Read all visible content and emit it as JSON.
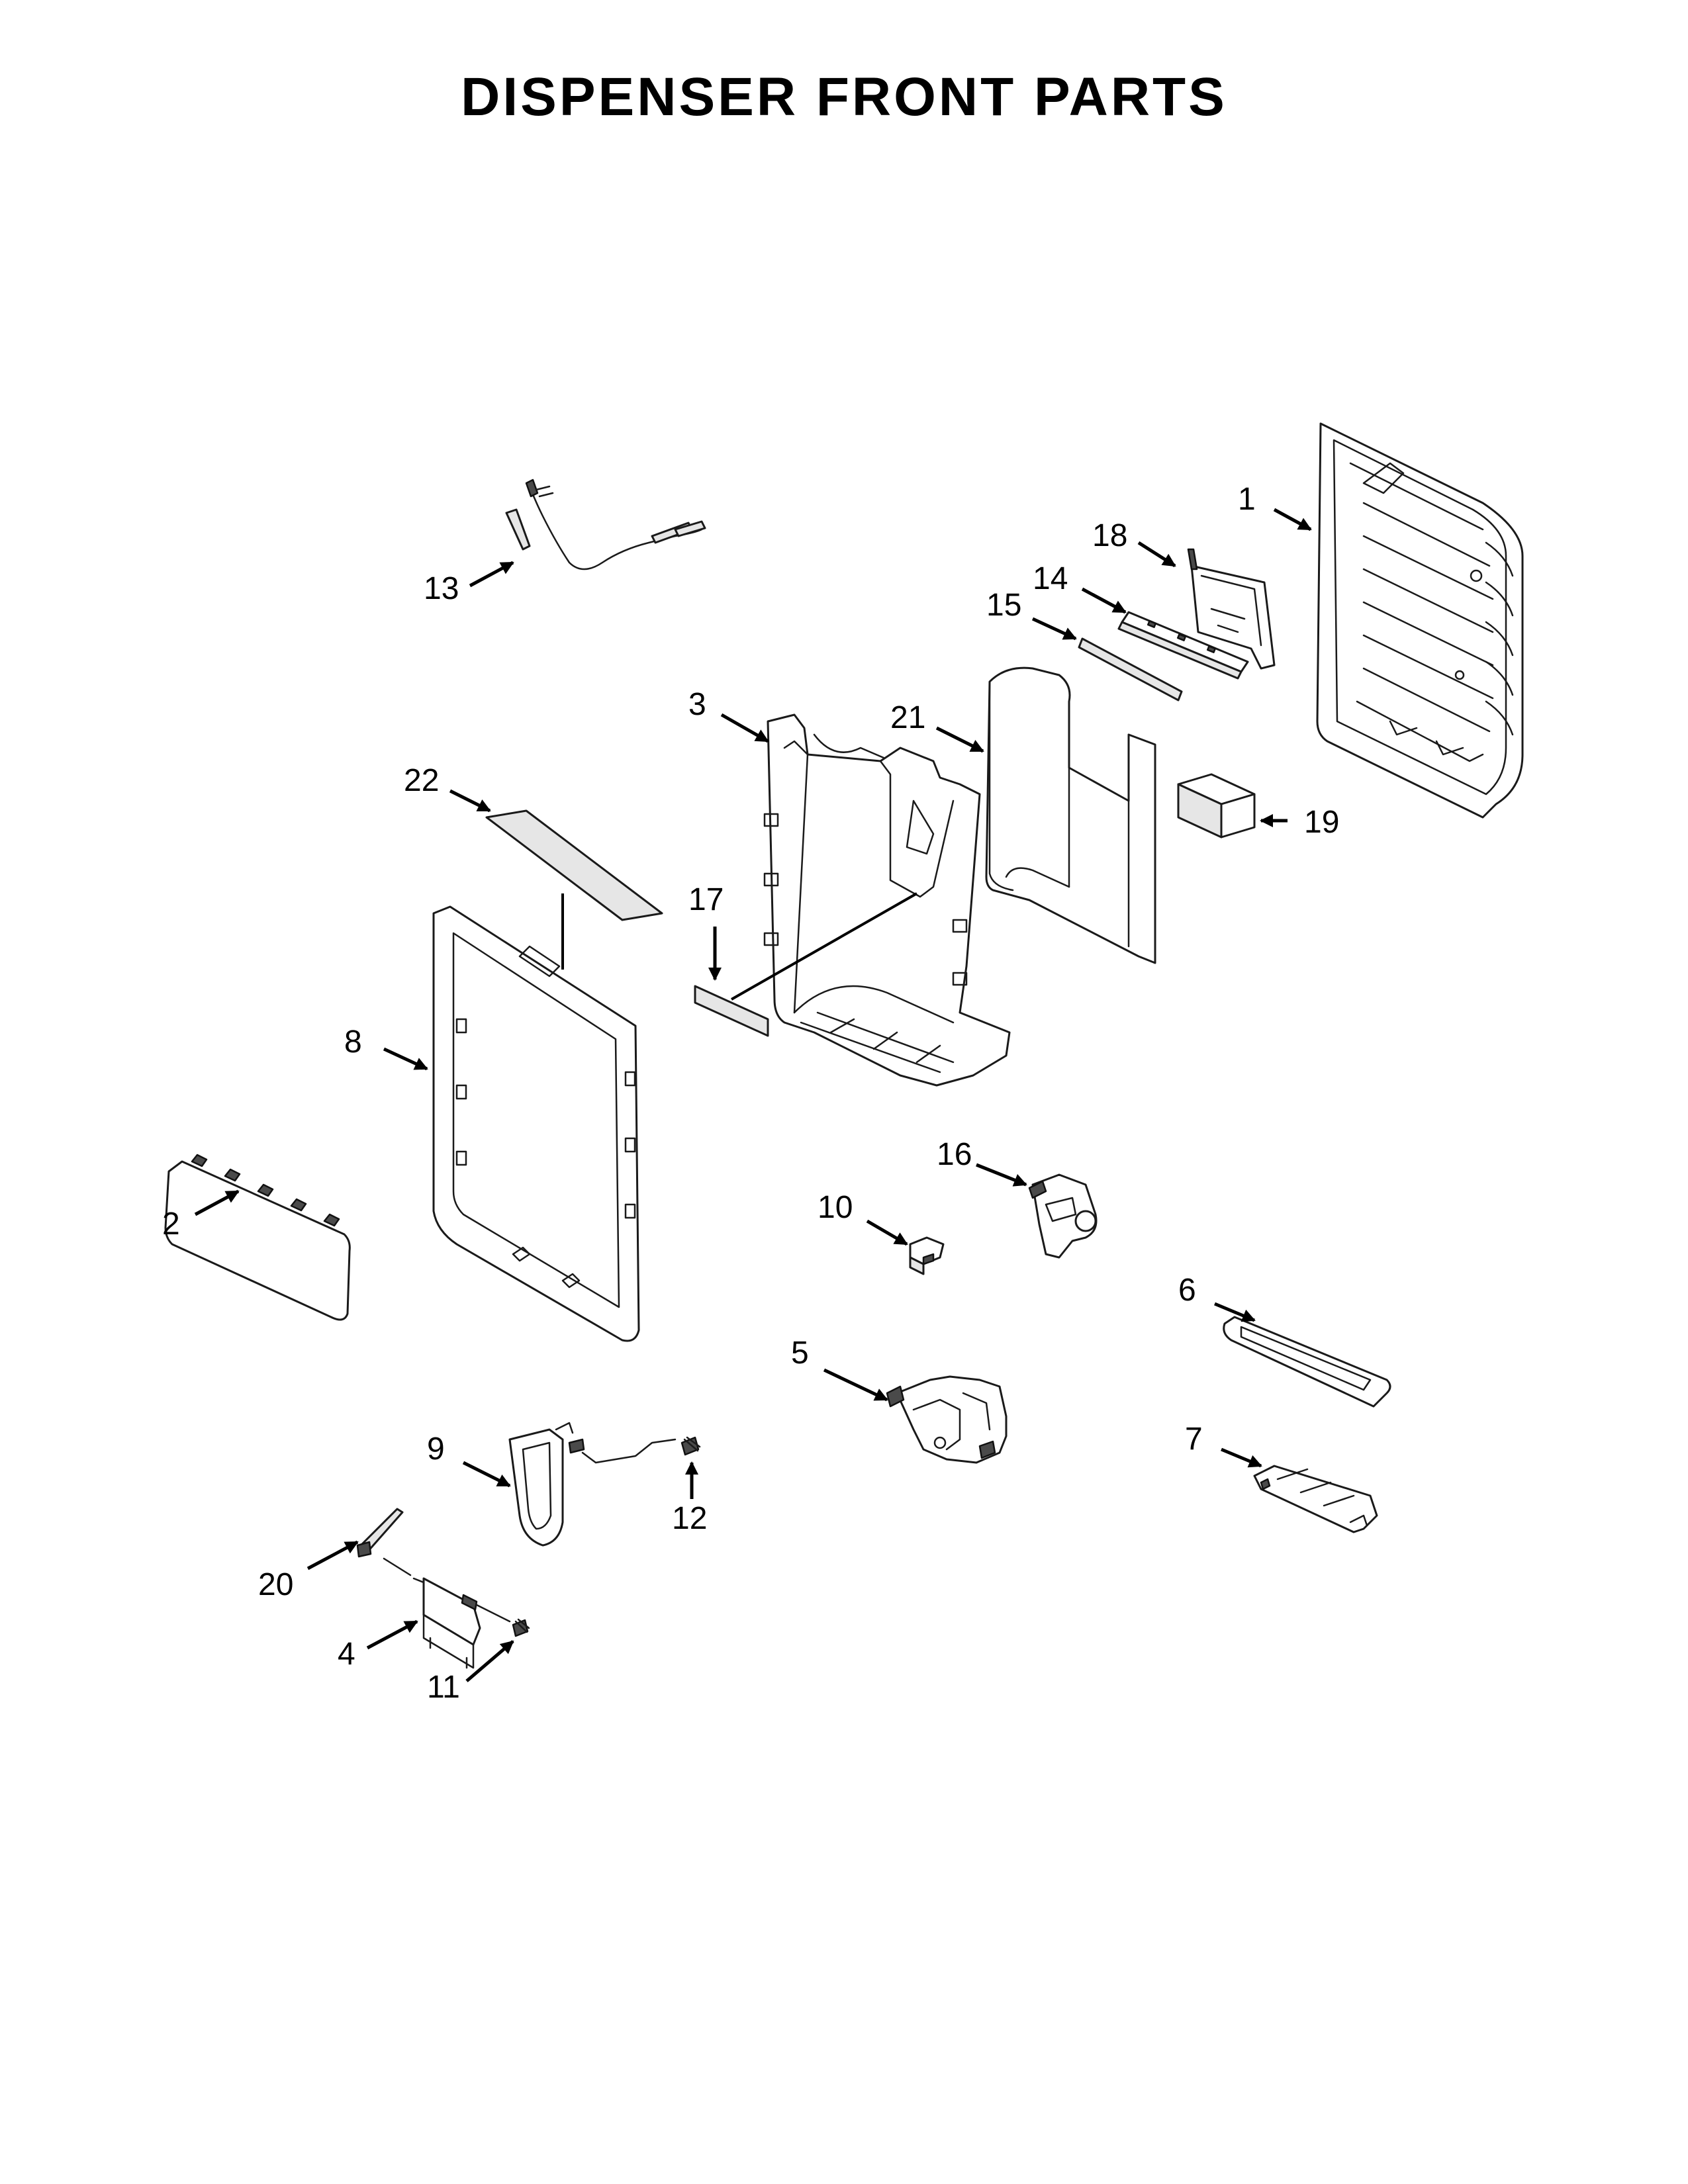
{
  "title": "DISPENSER FRONT PARTS",
  "callouts": [
    {
      "id": "1",
      "label": "1"
    },
    {
      "id": "2",
      "label": "2"
    },
    {
      "id": "3",
      "label": "3"
    },
    {
      "id": "4",
      "label": "4"
    },
    {
      "id": "5",
      "label": "5"
    },
    {
      "id": "6",
      "label": "6"
    },
    {
      "id": "7",
      "label": "7"
    },
    {
      "id": "8",
      "label": "8"
    },
    {
      "id": "9",
      "label": "9"
    },
    {
      "id": "10",
      "label": "10"
    },
    {
      "id": "11",
      "label": "11"
    },
    {
      "id": "12",
      "label": "12"
    },
    {
      "id": "13",
      "label": "13"
    },
    {
      "id": "14",
      "label": "14"
    },
    {
      "id": "15",
      "label": "15"
    },
    {
      "id": "16",
      "label": "16"
    },
    {
      "id": "17",
      "label": "17"
    },
    {
      "id": "18",
      "label": "18"
    },
    {
      "id": "19",
      "label": "19"
    },
    {
      "id": "20",
      "label": "20"
    },
    {
      "id": "21",
      "label": "21"
    },
    {
      "id": "22",
      "label": "22"
    }
  ]
}
